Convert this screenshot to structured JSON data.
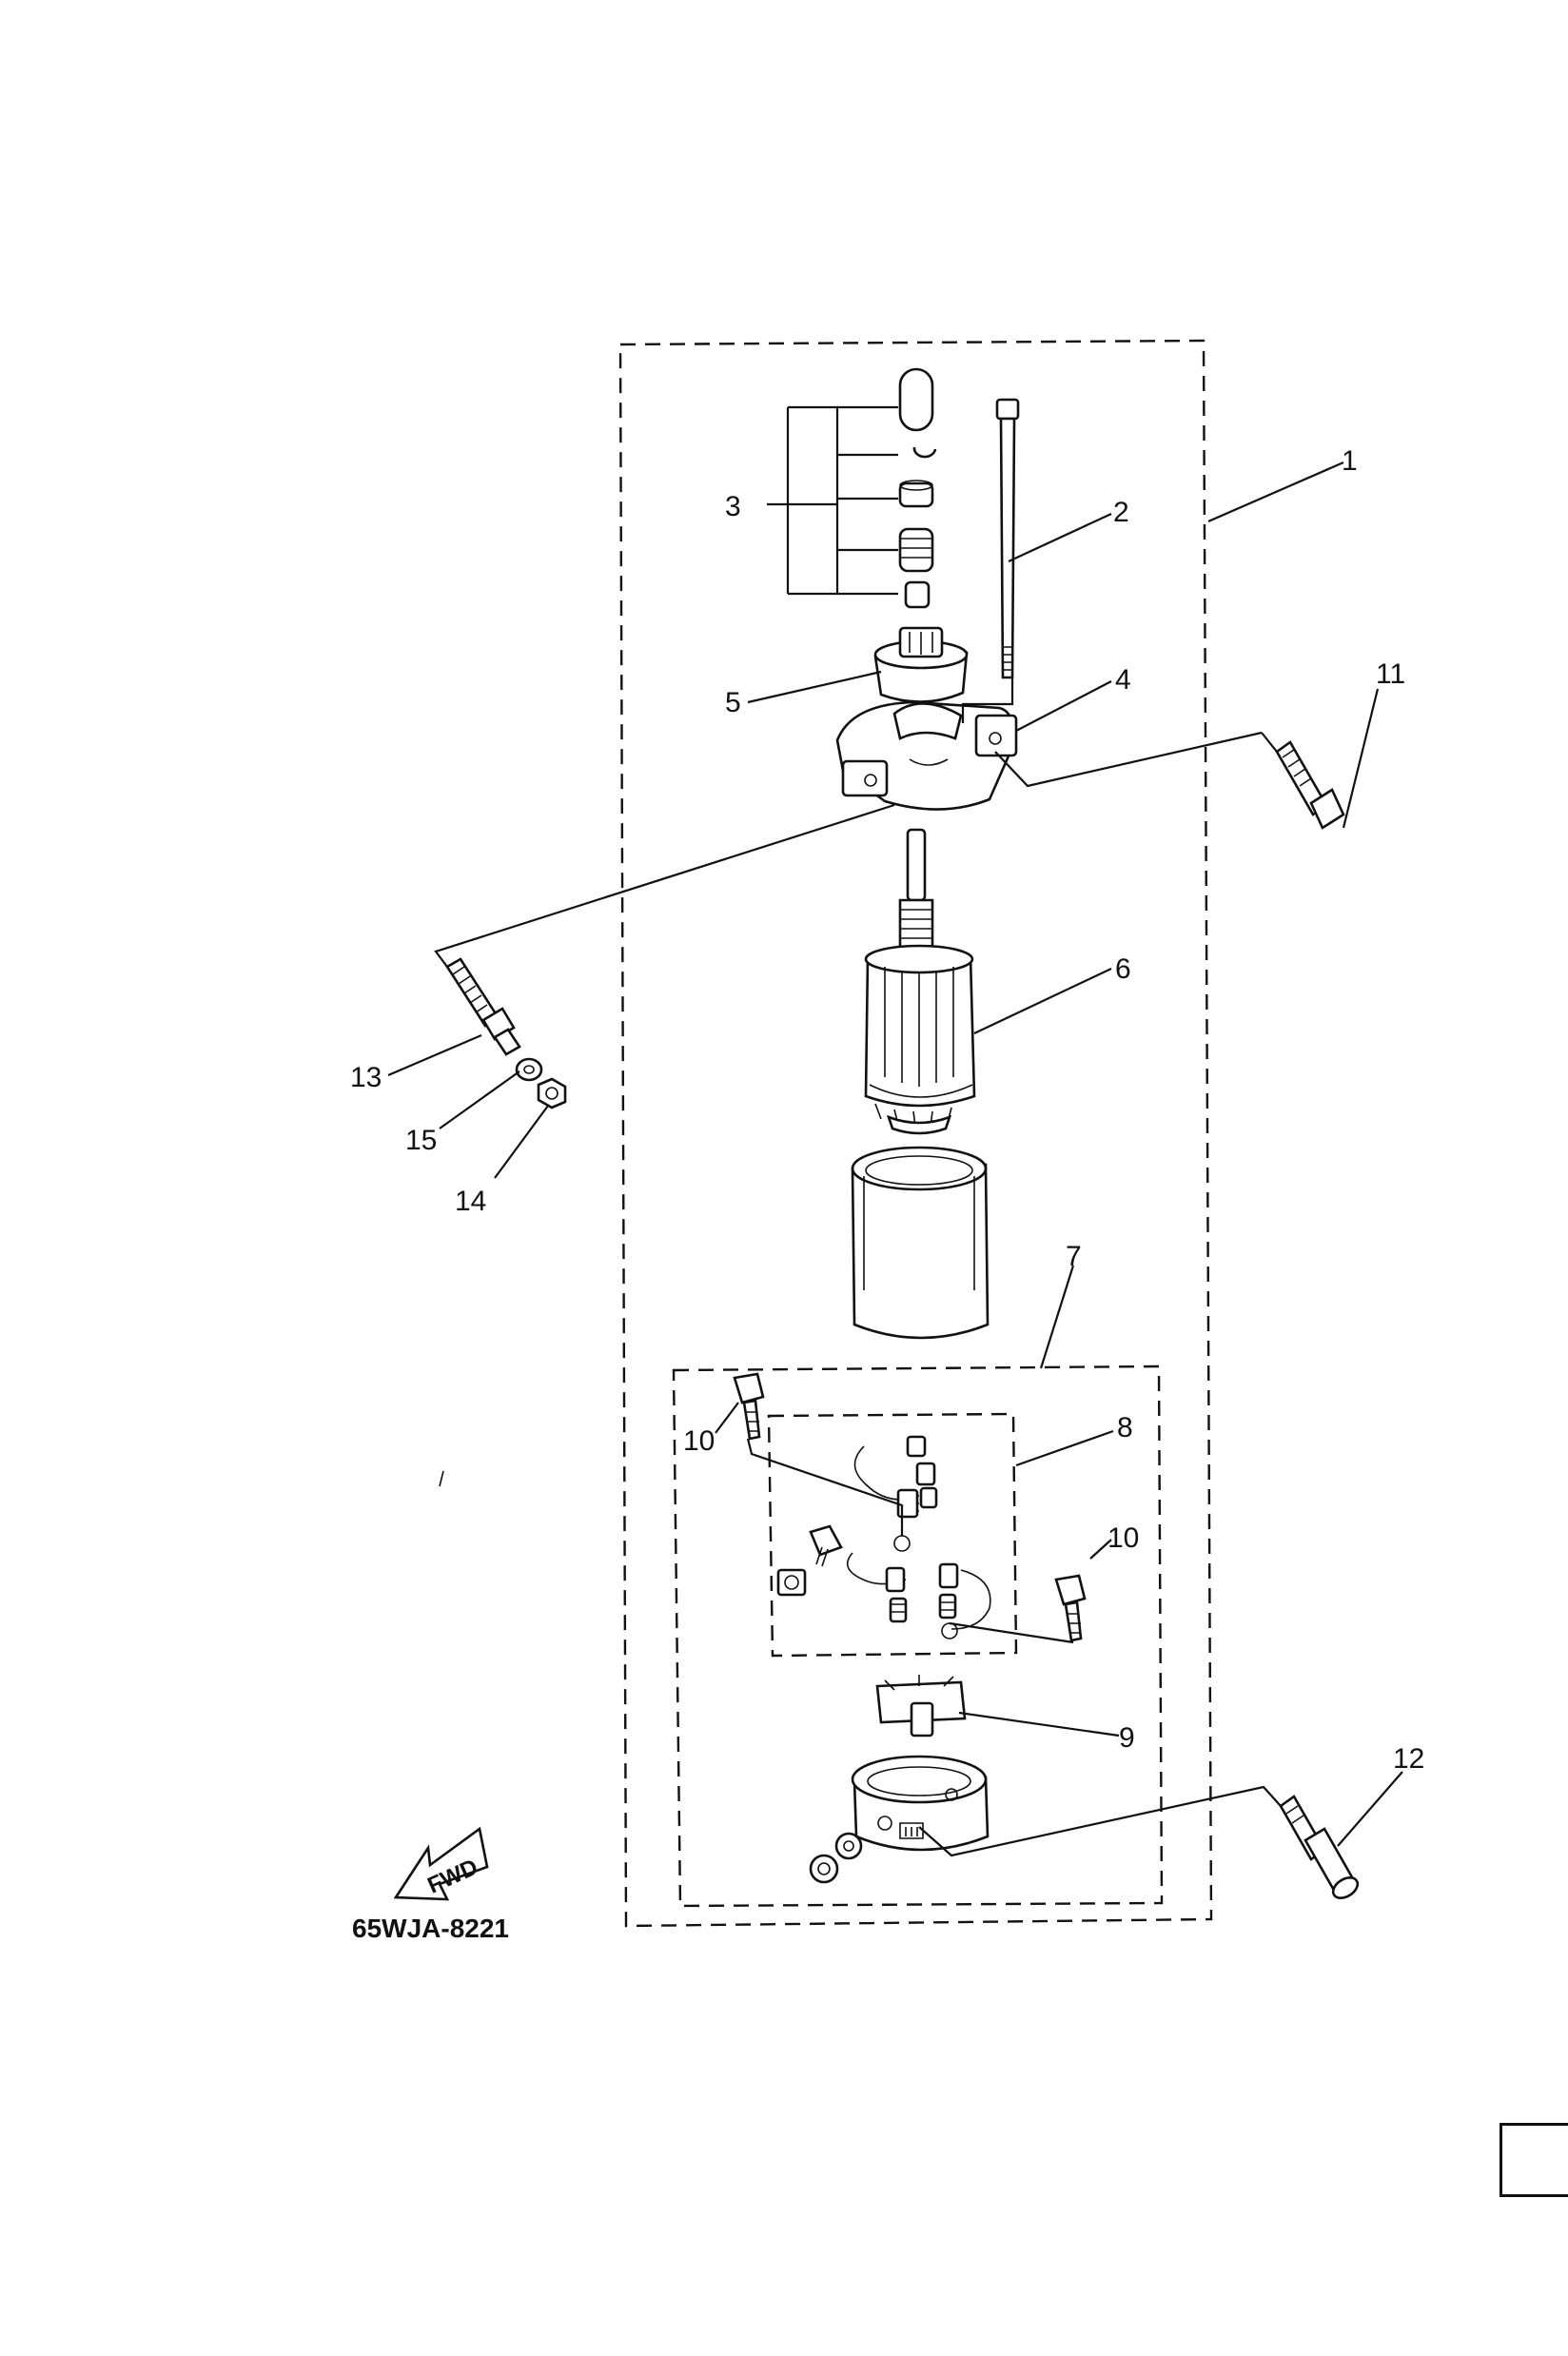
{
  "callouts": {
    "c1": "1",
    "c2": "2",
    "c3": "3",
    "c4": "4",
    "c5": "5",
    "c6": "6",
    "c7": "7",
    "c8": "8",
    "c9": "9",
    "c10a": "10",
    "c10b": "10",
    "c11": "11",
    "c12": "12",
    "c13": "13",
    "c14": "14",
    "c15": "15"
  },
  "fwd_label": "FWD",
  "diagram_code": "65WJA-8221"
}
